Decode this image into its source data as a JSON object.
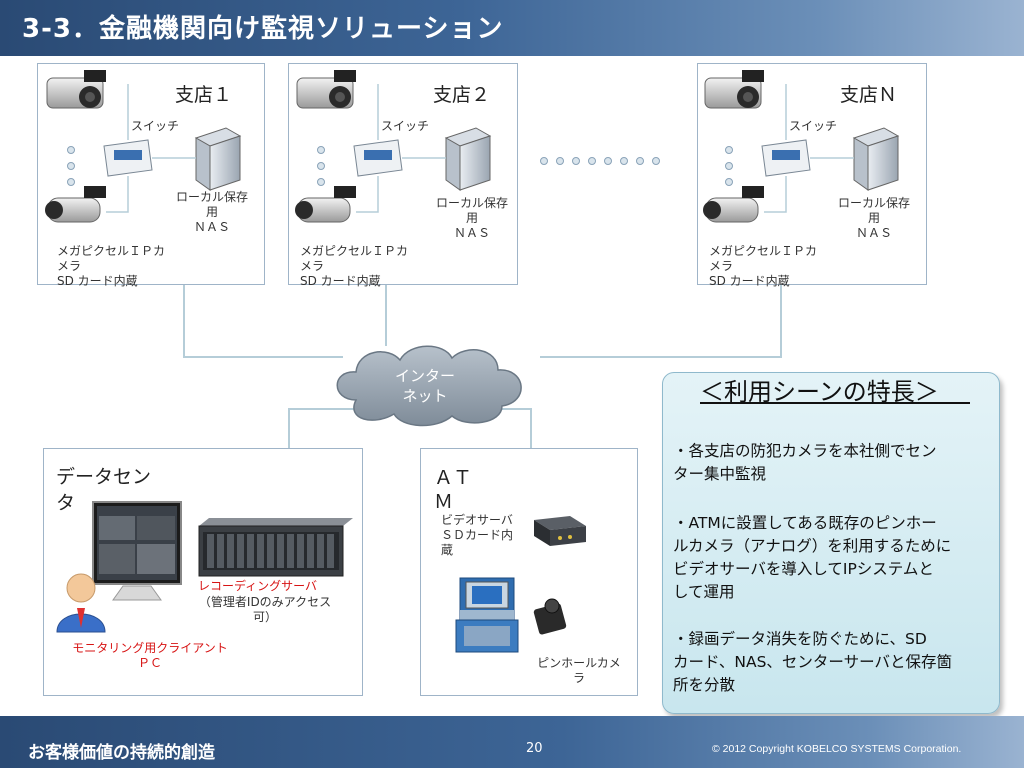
{
  "header": {
    "title": "3-3．金融機関向け監視ソリューション"
  },
  "branches": [
    {
      "title": "支店１",
      "switch_label": "スイッチ",
      "nas_label_1": "ローカル保存",
      "nas_label_2": "用",
      "nas_label_3": "ＮＡＳ",
      "camera_label_1": "メガピクセルＩＰカ",
      "camera_label_2": "メラ",
      "camera_label_3": "SD カード内蔵"
    },
    {
      "title": "支店２",
      "switch_label": "スイッチ",
      "nas_label_1": "ローカル保存",
      "nas_label_2": "用",
      "nas_label_3": "ＮＡＳ",
      "camera_label_1": "メガピクセルＩＰカ",
      "camera_label_2": "メラ",
      "camera_label_3": "SD カード内蔵"
    },
    {
      "title": "支店Ｎ",
      "switch_label": "スイッチ",
      "nas_label_1": "ローカル保存",
      "nas_label_2": "用",
      "nas_label_3": "ＮＡＳ",
      "camera_label_1": "メガピクセルＩＰカ",
      "camera_label_2": "メラ",
      "camera_label_3": "SD カード内蔵"
    }
  ],
  "internet": {
    "line1": "インター",
    "line2": "ネット"
  },
  "datacenter": {
    "title_1": "データセン",
    "title_2": "タ",
    "server_label": "レコーディングサーバ",
    "server_note_1": "（管理者IDのみアクセス",
    "server_note_2": "可）",
    "client_label_1": "モニタリング用クライアント",
    "client_label_2": "ＰＣ"
  },
  "atm": {
    "title_1": "ＡＴ",
    "title_2": "Ｍ",
    "video_server_1": "ビデオサーバ",
    "video_server_2": "ＳＤカード内",
    "video_server_3": "蔵",
    "pinhole_1": "ピンホールカメ",
    "pinhole_2": "ラ"
  },
  "features": {
    "title": "＜利用シーンの特長＞",
    "item1_1": "・各支店の防犯カメラを本社側でセン",
    "item1_2": "ター集中監視",
    "item2_1": "・ATMに設置してある既存のピンホー",
    "item2_2": "ルカメラ（アナログ）を利用するために",
    "item2_3": "ビデオサーバを導入してIPシステムと",
    "item2_4": "して運用",
    "item3_1": "・録画データ消失を防ぐために、SD",
    "item3_2": "カード、NAS、センターサーバと保存箇",
    "item3_3": "所を分散"
  },
  "footer": {
    "left": "お客様価値の持続的創造",
    "page": "20",
    "copyright": "©  2012 Copyright  KOBELCO SYSTEMS Corporation."
  },
  "colors": {
    "header": "#3d6596",
    "accent_red": "#d71414",
    "feature_bg": "#c8e6ee"
  }
}
